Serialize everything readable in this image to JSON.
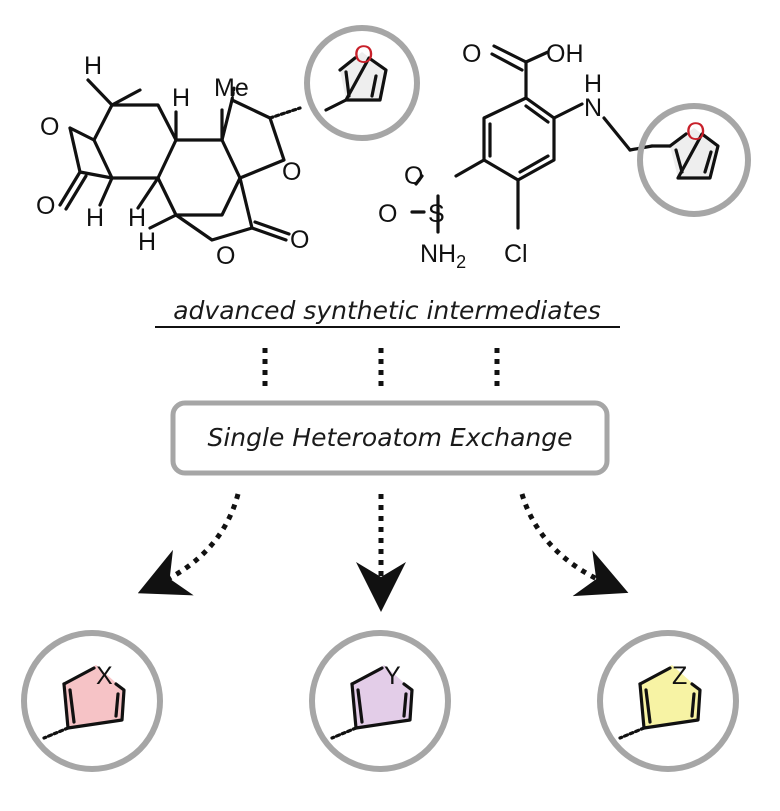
{
  "molecule_left": {
    "labels": {
      "h_top": "H",
      "h_ring": "H",
      "me": "Me",
      "o_lactone": "O",
      "o_carbonyl": "O",
      "h_left": "H",
      "h_lower": "H",
      "h_bottom": "H",
      "o_bridge": "O",
      "o_ring": "O",
      "o_carbonyl2": "O",
      "o_furan": "O"
    }
  },
  "molecule_right": {
    "labels": {
      "o_acid": "O",
      "oh": "OH",
      "n": "N",
      "h_n": "H",
      "o_furan": "O",
      "s": "S",
      "o_s1": "O",
      "o_s2": "O",
      "nh2_base": "NH",
      "nh2_sub": "2",
      "cl": "Cl"
    }
  },
  "heading": "advanced synthetic intermediates",
  "exchange_box": {
    "label": "Single Heteroatom Exchange"
  },
  "products": [
    {
      "atom": "X",
      "fill": "#f6c3c6"
    },
    {
      "atom": "Y",
      "fill": "#e3cde8"
    },
    {
      "atom": "Z",
      "fill": "#f7f3a4"
    }
  ],
  "colors": {
    "highlight_ring": "#a6a6a6",
    "oxygen": "#c8202a",
    "furan_fill": "#eeeeee"
  }
}
